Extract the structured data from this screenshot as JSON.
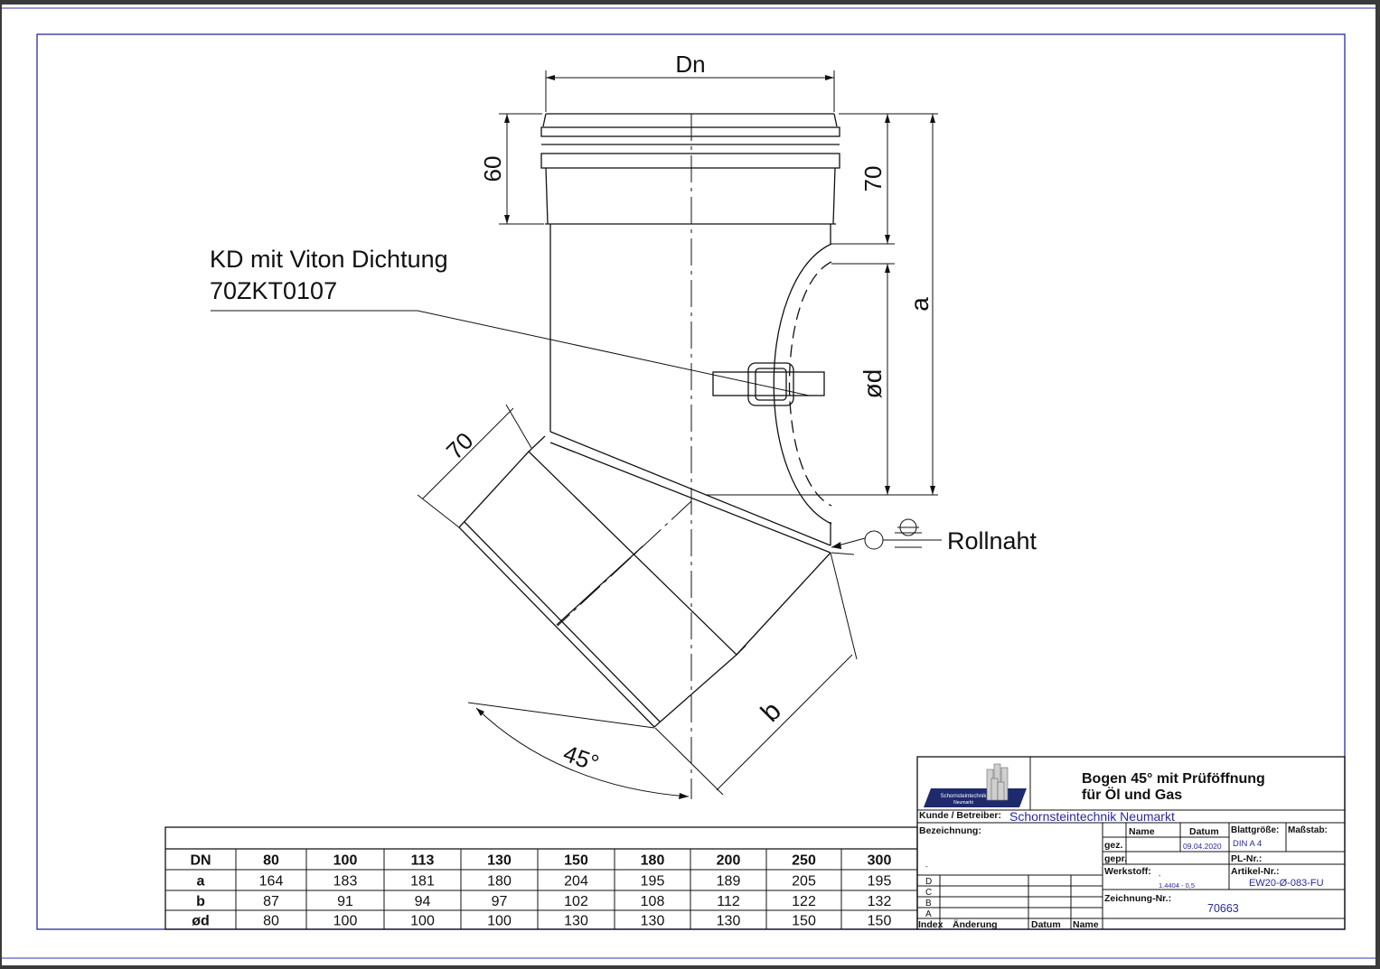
{
  "drawing": {
    "dim_dn": "Dn",
    "dim_60": "60",
    "dim_70_top": "70",
    "dim_a": "a",
    "dim_od": "ød",
    "dim_70_left": "70",
    "dim_b": "b",
    "dim_angle": "45°",
    "callout_line1": "KD mit Viton Dichtung",
    "callout_line2": "70ZKT0107",
    "callout_rollnaht": "Rollnaht"
  },
  "table": {
    "headers": [
      "DN",
      "80",
      "100",
      "113",
      "130",
      "150",
      "180",
      "200",
      "250",
      "300"
    ],
    "rows": [
      [
        "a",
        "164",
        "183",
        "181",
        "180",
        "204",
        "195",
        "189",
        "205",
        "195"
      ],
      [
        "b",
        "87",
        "91",
        "94",
        "97",
        "102",
        "108",
        "112",
        "122",
        "132"
      ],
      [
        "ød",
        "80",
        "100",
        "100",
        "100",
        "130",
        "130",
        "130",
        "150",
        "150"
      ]
    ]
  },
  "titleblock": {
    "logo_text_1": "Schornsteintechnik",
    "logo_text_2": "Neumarkt",
    "title_line1": "Bogen 45° mit Prüföffnung",
    "title_line2": "für Öl und Gas",
    "kunde_label": "Kunde / Betreiber:",
    "kunde_value": "Schornsteintechnik Neumarkt",
    "bezeichnung_label": "Bezeichnung:",
    "bezeichnung_value": "-",
    "name_label": "Name",
    "datum_label": "Datum",
    "blattgroesse_label": "Blattgröße:",
    "massstab_label": "Maßstab:",
    "gez_label": "gez.",
    "gez_date": "09.04.2020",
    "blatt_value": "DIN A 4",
    "gepr_label": "gepr.",
    "pl_label": "PL-Nr.:",
    "werkstoff_label": "Werkstoff:",
    "werkstoff_dash": "-",
    "werkstoff_value": "1.4404 - 0,5",
    "artikel_label": "Artikel-Nr.:",
    "artikel_value": "EW20-Ø-083-FU",
    "zeichnung_label": "Zeichnung-Nr.:",
    "zeichnung_value": "70663",
    "index_letters": [
      "D",
      "C",
      "B",
      "A"
    ],
    "index_label": "Index",
    "aenderung_label": "Änderung",
    "idx_datum_label": "Datum",
    "idx_name_label": "Name"
  }
}
